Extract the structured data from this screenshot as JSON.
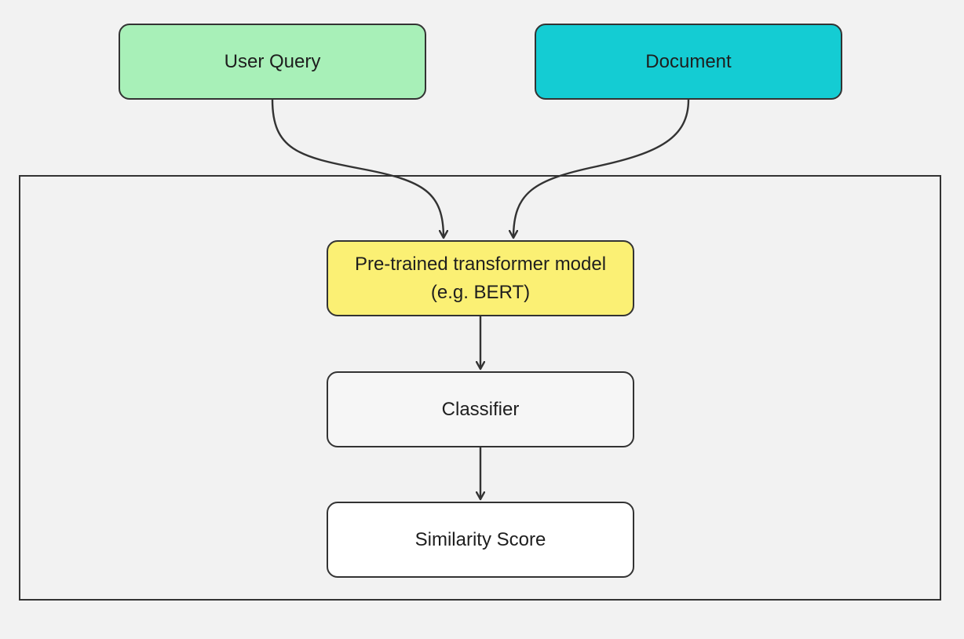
{
  "diagram": {
    "background": "#f2f2f2",
    "stroke_color": "#333333",
    "nodes": {
      "user_query": {
        "label": "User Query",
        "fill": "#a8f0b8"
      },
      "document": {
        "label": "Document",
        "fill": "#14ccd3"
      },
      "transformer": {
        "label": "Pre-trained transformer model\n(e.g. BERT)",
        "fill": "#fbf074"
      },
      "classifier": {
        "label": "Classifier",
        "fill": "#f6f6f6"
      },
      "similarity_score": {
        "label": "Similarity Score",
        "fill": "#ffffff"
      }
    },
    "edges": [
      {
        "from": "user_query",
        "to": "transformer"
      },
      {
        "from": "document",
        "to": "transformer"
      },
      {
        "from": "transformer",
        "to": "classifier"
      },
      {
        "from": "classifier",
        "to": "similarity_score"
      }
    ]
  }
}
